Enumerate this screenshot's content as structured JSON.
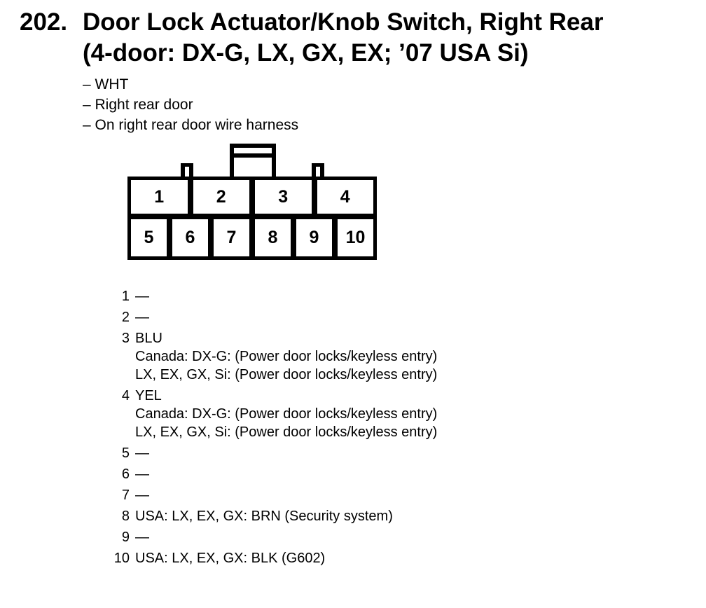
{
  "page": {
    "background": "#ffffff",
    "ink": "#000000"
  },
  "header": {
    "number": "202.",
    "title_line1": "Door Lock Actuator/Knob Switch, Right Rear",
    "title_line2": "(4-door: DX-G, LX, GX, EX; ’07 USA Si)",
    "notes": [
      "– WHT",
      "– Right rear door",
      "– On right rear door wire harness"
    ]
  },
  "connector": {
    "top_row": [
      "1",
      "2",
      "3",
      "4"
    ],
    "bottom_row": [
      "5",
      "6",
      "7",
      "8",
      "9",
      "10"
    ]
  },
  "pins": [
    {
      "num": "1",
      "lines": [
        "—"
      ]
    },
    {
      "num": "2",
      "lines": [
        "—"
      ]
    },
    {
      "num": "3",
      "lines": [
        "BLU",
        "Canada: DX-G: (Power door locks/keyless entry)",
        "LX, EX, GX, Si: (Power door locks/keyless entry)"
      ]
    },
    {
      "num": "4",
      "lines": [
        "YEL",
        "Canada: DX-G: (Power door locks/keyless entry)",
        "LX, EX, GX, Si: (Power door locks/keyless entry)"
      ]
    },
    {
      "num": "5",
      "lines": [
        "—"
      ]
    },
    {
      "num": "6",
      "lines": [
        "—"
      ]
    },
    {
      "num": "7",
      "lines": [
        "—"
      ]
    },
    {
      "num": "8",
      "lines": [
        "USA: LX, EX, GX: BRN (Security system)"
      ]
    },
    {
      "num": "9",
      "lines": [
        "—"
      ]
    },
    {
      "num": "10",
      "lines": [
        "USA: LX, EX, GX: BLK (G602)"
      ]
    }
  ]
}
